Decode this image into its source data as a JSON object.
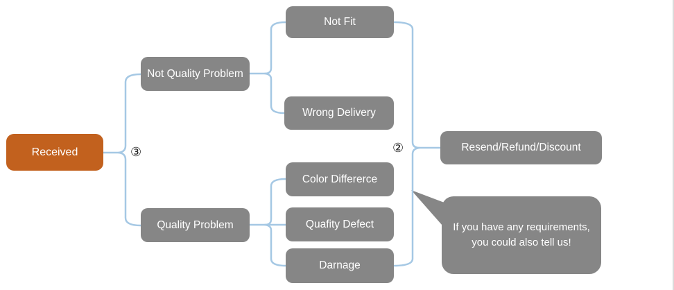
{
  "diagram": {
    "root": {
      "label": "Received"
    },
    "branches": [
      {
        "label": "Not Quality Problem",
        "children": [
          {
            "label": "Not Fit"
          },
          {
            "label": "Wrong Delivery"
          }
        ]
      },
      {
        "label": "Quality Problem",
        "children": [
          {
            "label": "Color Differerce"
          },
          {
            "label": "Quafity Defect"
          },
          {
            "label": "Darnage"
          }
        ]
      }
    ],
    "outcome": {
      "label": "Resend/Refund/Discount"
    },
    "callout": {
      "text": "If you have any requirements, you could also tell us!"
    },
    "markers": {
      "left": "③",
      "right": "②"
    },
    "colors": {
      "root": "#C2611E",
      "node": "#868686",
      "connector": "#A5C8E4",
      "text": "#FFFFFF"
    }
  }
}
